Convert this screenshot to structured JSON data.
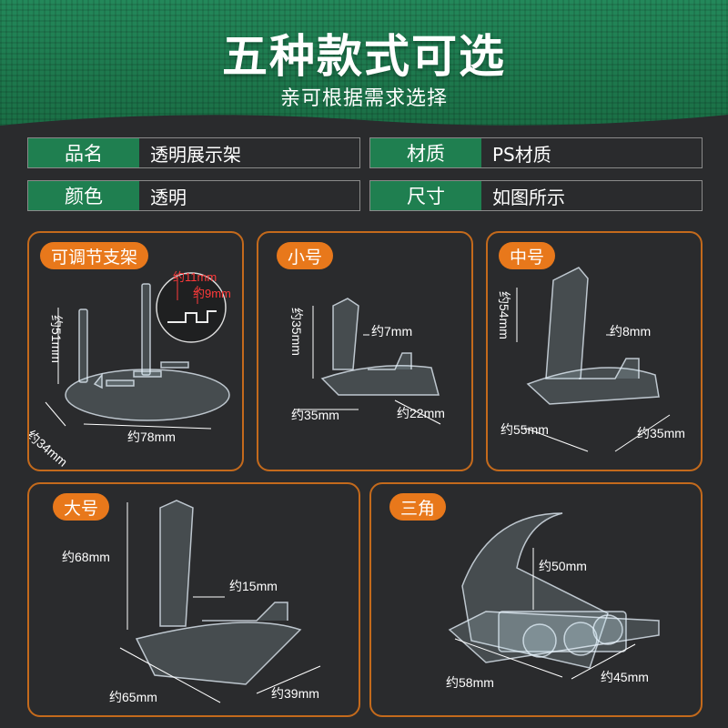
{
  "header": {
    "title": "五种款式可选",
    "subtitle": "亲可根据需求选择"
  },
  "specs": [
    {
      "label": "品名",
      "value": "透明展示架"
    },
    {
      "label": "材质",
      "value": "PS材质"
    },
    {
      "label": "颜色",
      "value": "透明"
    },
    {
      "label": "尺寸",
      "value": "如图所示"
    }
  ],
  "cards": {
    "adjustable": {
      "tag": "可调节支架",
      "dims": {
        "height": "约51mm",
        "width": "约78mm",
        "depth": "约34mm",
        "slot_a": "约11mm",
        "slot_b": "约9mm"
      }
    },
    "small": {
      "tag": "小号",
      "dims": {
        "height": "约35mm",
        "lip": "约7mm",
        "width": "约35mm",
        "depth": "约22mm"
      }
    },
    "medium": {
      "tag": "中号",
      "dims": {
        "height": "约54mm",
        "lip": "约8mm",
        "width": "约55mm",
        "depth": "约35mm"
      }
    },
    "large": {
      "tag": "大号",
      "dims": {
        "height": "约68mm",
        "lip": "约15mm",
        "width": "约65mm",
        "depth": "约39mm"
      }
    },
    "triangle": {
      "tag": "三角",
      "dims": {
        "height": "约50mm",
        "width": "约58mm",
        "depth": "约45mm"
      }
    }
  },
  "colors": {
    "green": "#1f7f50",
    "orange": "#e8781b",
    "border_orange": "#c46a1c",
    "background": "#2a2b2d",
    "dim_red": "#ff3a3a"
  }
}
